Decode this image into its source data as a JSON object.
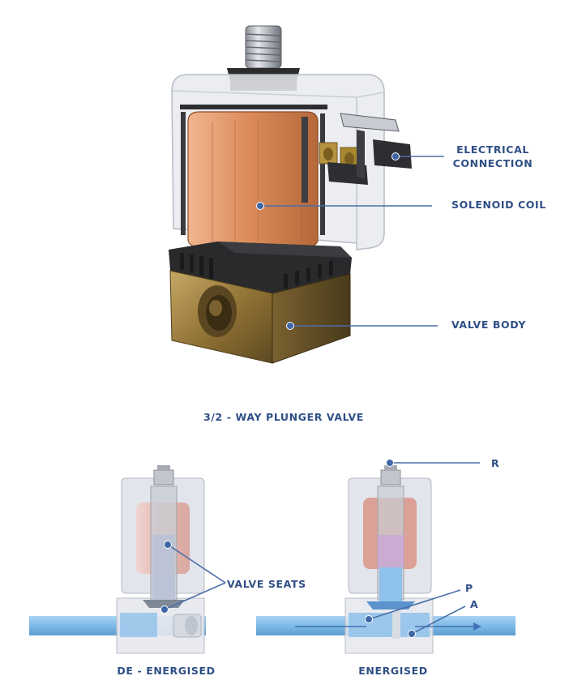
{
  "labels": {
    "electrical_connection": [
      "ELECTRICAL",
      "CONNECTION"
    ],
    "solenoid_coil": "SOLENOID COIL",
    "valve_body": "VALVE BODY",
    "valve_title": "3/2 - WAY PLUNGER VALVE",
    "valve_seats": "VALVE SEATS",
    "port_r": "R",
    "port_p": "P",
    "port_a": "A",
    "de_energised": "DE - ENERGISED",
    "energised": "ENERGISED"
  },
  "colors": {
    "label_text": "#2f4f86",
    "leader_line": "#4b6fa8",
    "copper": "#d9895a",
    "brass": "#9a7a3c",
    "rubber": "#2a2a2a",
    "fluid": "#8fc2ea",
    "housing": "#dfe3ea"
  }
}
